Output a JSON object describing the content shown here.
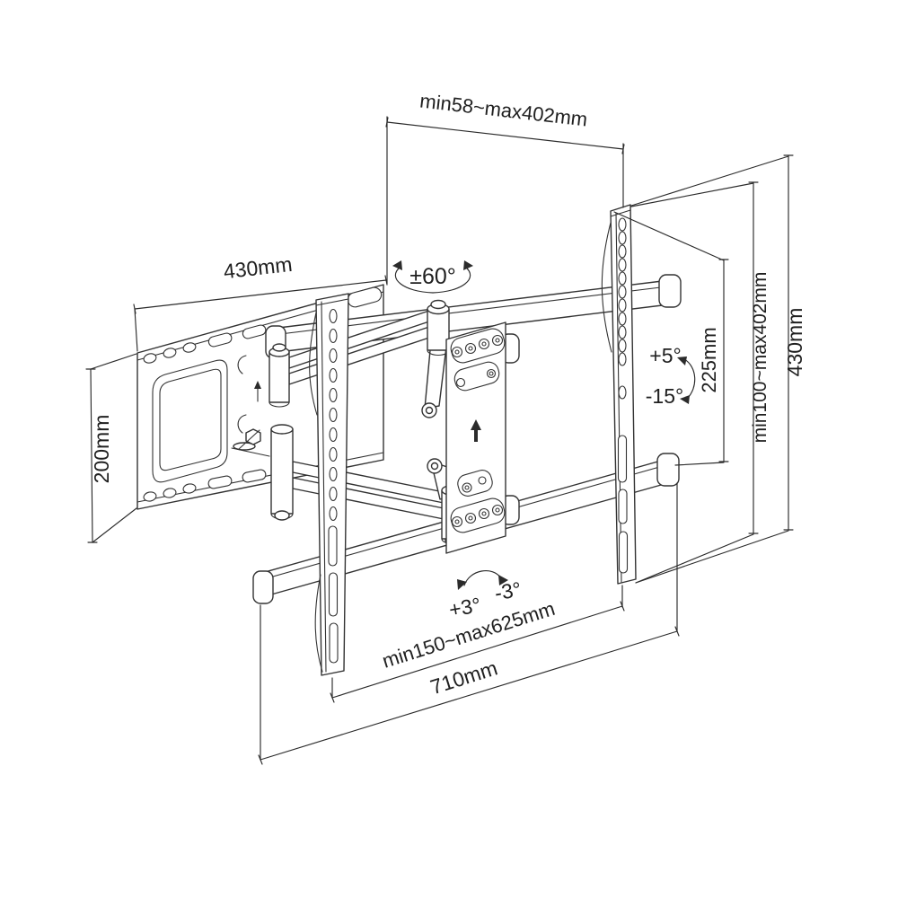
{
  "figure": {
    "type": "technical line drawing",
    "subject": "Articulating full-motion TV wall mount — dimension diagram",
    "colors": {
      "background": "#ffffff",
      "line": "#333333",
      "text": "#1f1f1f"
    }
  },
  "labels": {
    "depth_range": "min58~max402mm",
    "wall_plate_width": "430mm",
    "swivel_range": "±60°",
    "offset_height": "225mm",
    "height_range": "min100~max402mm",
    "bracket_height": "430mm",
    "tilt_up": "+5°",
    "tilt_down": "-15°",
    "wall_plate_height": "200mm",
    "level_plus": "+3°",
    "level_minus": "-3°",
    "rail_span_range": "min150~max625mm",
    "bracket_width": "710mm"
  }
}
